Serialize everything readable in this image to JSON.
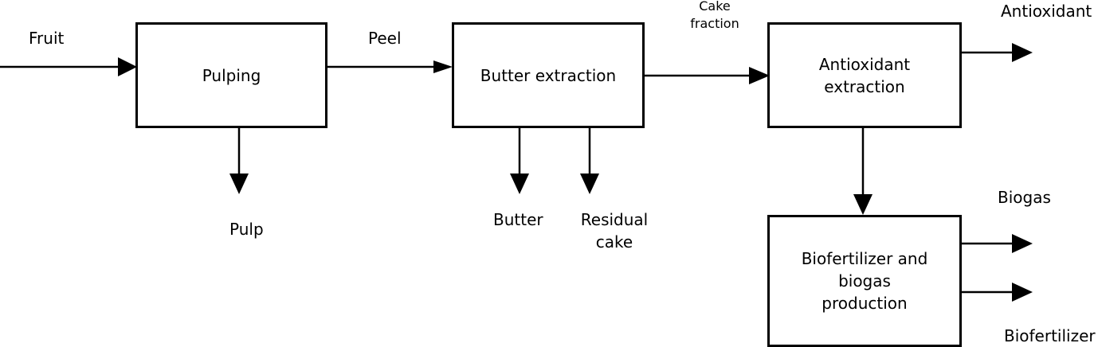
{
  "nodes": {
    "pulping": [
      "Pulping"
    ],
    "butter_extraction": [
      "Butter extraction"
    ],
    "antioxidant_extraction": [
      "Antioxidant",
      "extraction"
    ],
    "biofertilizer_biogas": [
      "Biofertilizer and",
      "biogas",
      "production"
    ]
  },
  "flows": {
    "fruit": [
      "Fruit"
    ],
    "peel": [
      "Peel"
    ],
    "pulp": [
      "Pulp"
    ],
    "cake_fraction": [
      "Cake",
      "fraction"
    ],
    "butter": [
      "Butter"
    ],
    "residual_cake": [
      "Residual",
      "cake"
    ],
    "antioxidant": [
      "Antioxidant"
    ],
    "biogas": [
      "Biogas"
    ],
    "biofertilizer": [
      "Biofertilizer"
    ]
  },
  "colors": {
    "line": "#000000",
    "box_fill": "#ffffff",
    "text": "#000000"
  }
}
